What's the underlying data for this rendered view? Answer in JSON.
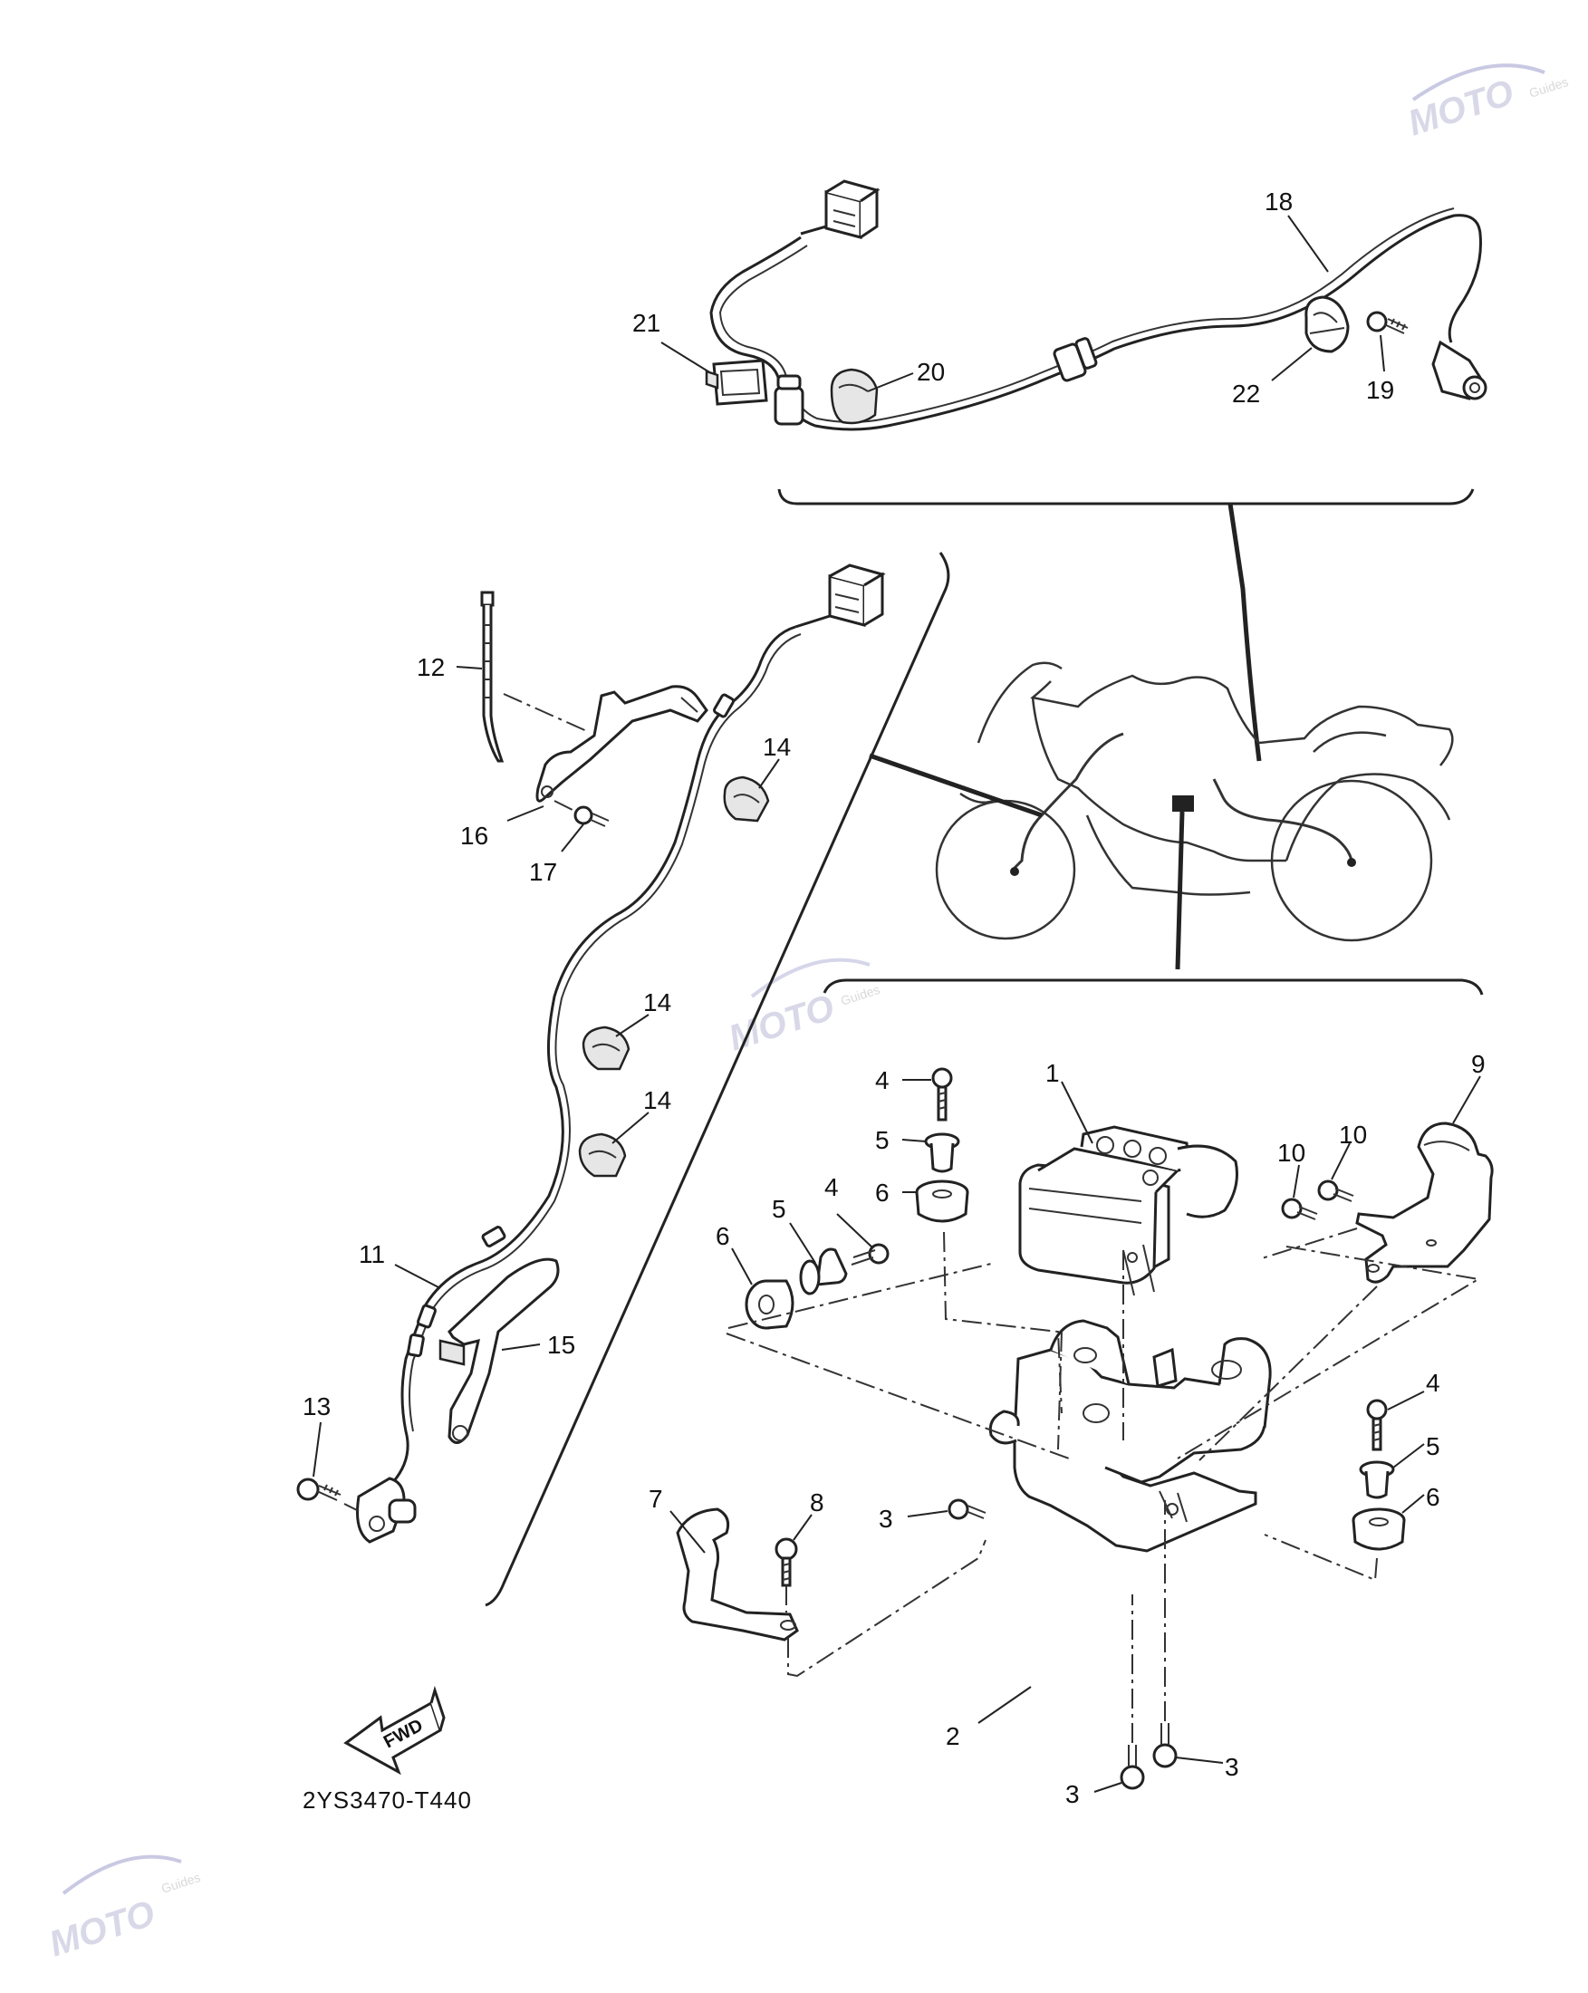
{
  "diagram_code": "2YS3470-T440",
  "fwd_label": "FWD",
  "watermark": {
    "main": "MOTO",
    "sub": "Guides"
  },
  "callouts": {
    "c1": "1",
    "c2": "2",
    "c3a": "3",
    "c3b": "3",
    "c3c": "3",
    "c4a": "4",
    "c4b": "4",
    "c4c": "4",
    "c5a": "5",
    "c5b": "5",
    "c5c": "5",
    "c6a": "6",
    "c6b": "6",
    "c6c": "6",
    "c7": "7",
    "c8": "8",
    "c9": "9",
    "c10a": "10",
    "c10b": "10",
    "c11": "11",
    "c12": "12",
    "c13": "13",
    "c14a": "14",
    "c14b": "14",
    "c14c": "14",
    "c15": "15",
    "c16": "16",
    "c17": "17",
    "c18": "18",
    "c19": "19",
    "c20": "20",
    "c21": "21",
    "c22": "22"
  },
  "colors": {
    "line": "#222222",
    "watermark": "#d8d8e8",
    "background": "#ffffff"
  }
}
